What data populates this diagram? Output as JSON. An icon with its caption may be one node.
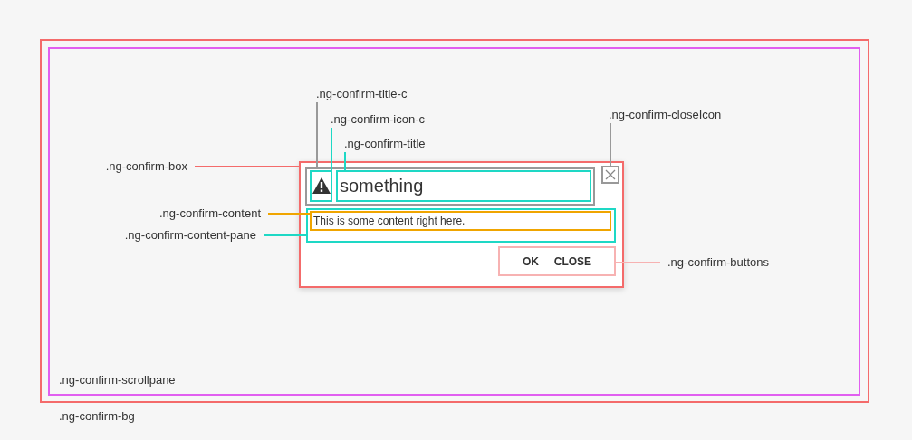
{
  "diagram": {
    "nodes": [
      {
        "text": [
          ".ng-confirm-bg"
        ]
      },
      {
        "text": [
          ".ng-confirm-scrollpane"
        ],
        "in": 0
      },
      {
        "text": [],
        "shape": "box",
        "in": 1
      },
      {
        "text": [],
        "shape": "box",
        "in": 2
      },
      {
        "text": [],
        "shape": "box",
        "in": 3
      },
      {
        "text": [
          "something"
        ],
        "in": 3
      },
      {
        "text": [],
        "shape": "box",
        "in": 2
      },
      {
        "text": [],
        "shape": "box",
        "in": 2
      },
      {
        "text": [
          "This is some content right here."
        ],
        "in": 7
      },
      {
        "text": [
          "OK",
          "CLOSE"
        ],
        "in": 2
      },
      {
        "text": [
          ".ng-confirm-title-c"
        ],
        "in": 1
      },
      {
        "text": [
          ".ng-confirm-icon-c"
        ],
        "in": 1
      },
      {
        "text": [
          ".ng-confirm-title"
        ],
        "in": 1
      },
      {
        "text": [
          ".ng-confirm-closeIcon"
        ],
        "in": 1
      },
      {
        "text": [
          ".ng-confirm-box"
        ],
        "in": 1
      },
      {
        "text": [
          ".ng-confirm-content"
        ],
        "in": 1
      },
      {
        "text": [
          ".ng-confirm-content-pane"
        ],
        "in": 1
      },
      {
        "text": [
          ".ng-confirm-buttons"
        ],
        "in": 1
      }
    ],
    "edges": [
      {
        "from": 10,
        "to": 3,
        "arrow": "none",
        "color": "#999999"
      },
      {
        "from": 11,
        "to": 4,
        "arrow": "none",
        "color": "#1ed8c5"
      },
      {
        "from": 12,
        "to": 5,
        "arrow": "none",
        "color": "#1ed8c5"
      },
      {
        "from": 13,
        "to": 6,
        "arrow": "none",
        "color": "#999999"
      },
      {
        "from": 14,
        "to": 2,
        "arrow": "none",
        "color": "#f46b6b"
      },
      {
        "from": 15,
        "to": 8,
        "arrow": "none",
        "color": "#f0a500"
      },
      {
        "from": 16,
        "to": 7,
        "arrow": "none",
        "color": "#1ed8c5"
      },
      {
        "from": 17,
        "to": 9,
        "arrow": "none",
        "color": "#f7b2b2"
      }
    ]
  }
}
